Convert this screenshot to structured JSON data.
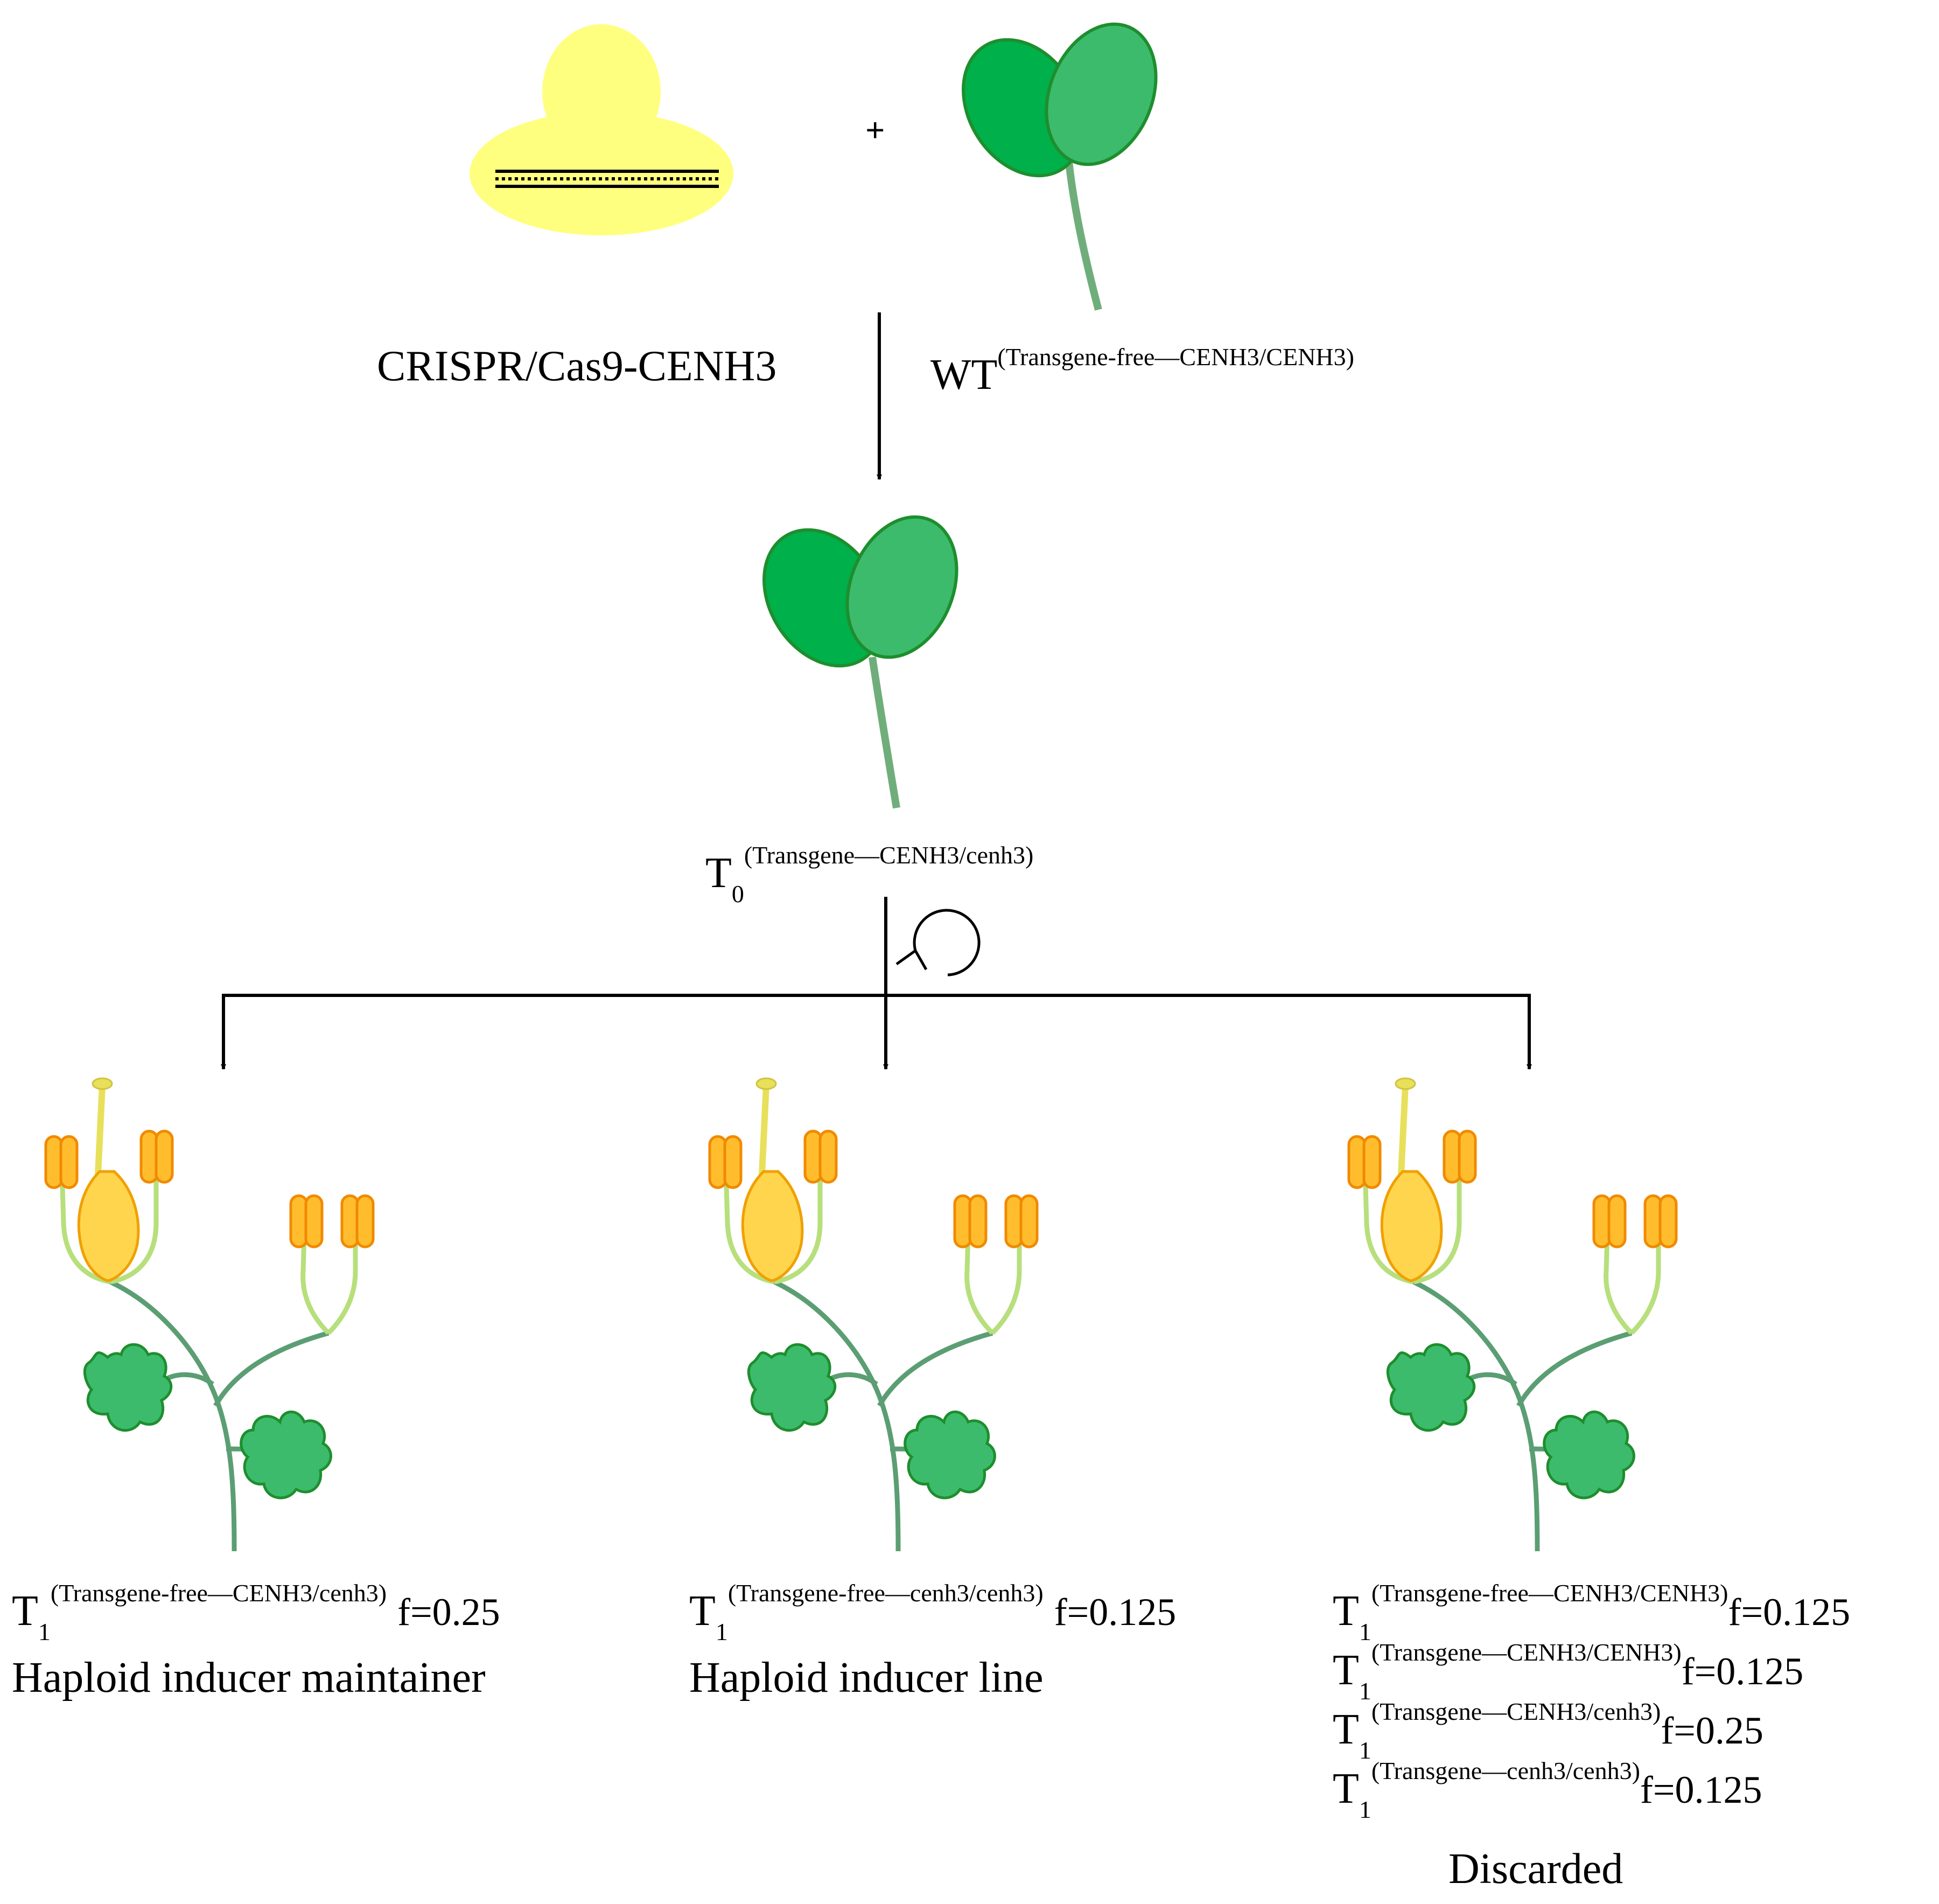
{
  "top": {
    "plus_sign": "+",
    "crispr_label": "CRISPR/Cas9-CENH3",
    "wt_label": "WT",
    "wt_genotype": "(Transgene-free—CENH3/CENH3)"
  },
  "t0": {
    "label": "T",
    "subscript": "0",
    "genotype": "(Transgene—CENH3/cenh3)"
  },
  "offspring": [
    {
      "label": "T",
      "subscript": "1",
      "genotype": "(Transgene-free—CENH3/cenh3)",
      "frequency": "f=0.25",
      "description": "Haploid inducer maintainer"
    },
    {
      "label": "T",
      "subscript": "1",
      "genotype": "(Transgene-free—cenh3/cenh3)",
      "frequency": "f=0.125",
      "description": "Haploid inducer line"
    }
  ],
  "discarded": {
    "rows": [
      {
        "label": "T",
        "subscript": "1",
        "genotype": "(Transgene-free—CENH3/CENH3)",
        "frequency": "f=0.125"
      },
      {
        "label": "T",
        "subscript": "1",
        "genotype": "(Transgene—CENH3/CENH3)",
        "frequency": "f=0.125"
      },
      {
        "label": "T",
        "subscript": "1",
        "genotype": "(Transgene—CENH3/cenh3)",
        "frequency": "f=0.25"
      },
      {
        "label": "T",
        "subscript": "1",
        "genotype": "(Transgene—cenh3/cenh3)",
        "frequency": "f=0.125"
      }
    ],
    "description": "Discarded"
  },
  "colors": {
    "agro_body": "#ffff7f",
    "leaf_dark": "#00b04a",
    "leaf_light": "#3dbb6c",
    "leaf_outline": "#1e8e2e",
    "stem": "#6fae7b",
    "branch": "#5b9e73",
    "flower_stalk": "#b7df7c",
    "anther": "#ffbd2e",
    "anther_outline": "#f08a00",
    "ovary": "#ffd54d",
    "stigma": "#e8e05a"
  }
}
